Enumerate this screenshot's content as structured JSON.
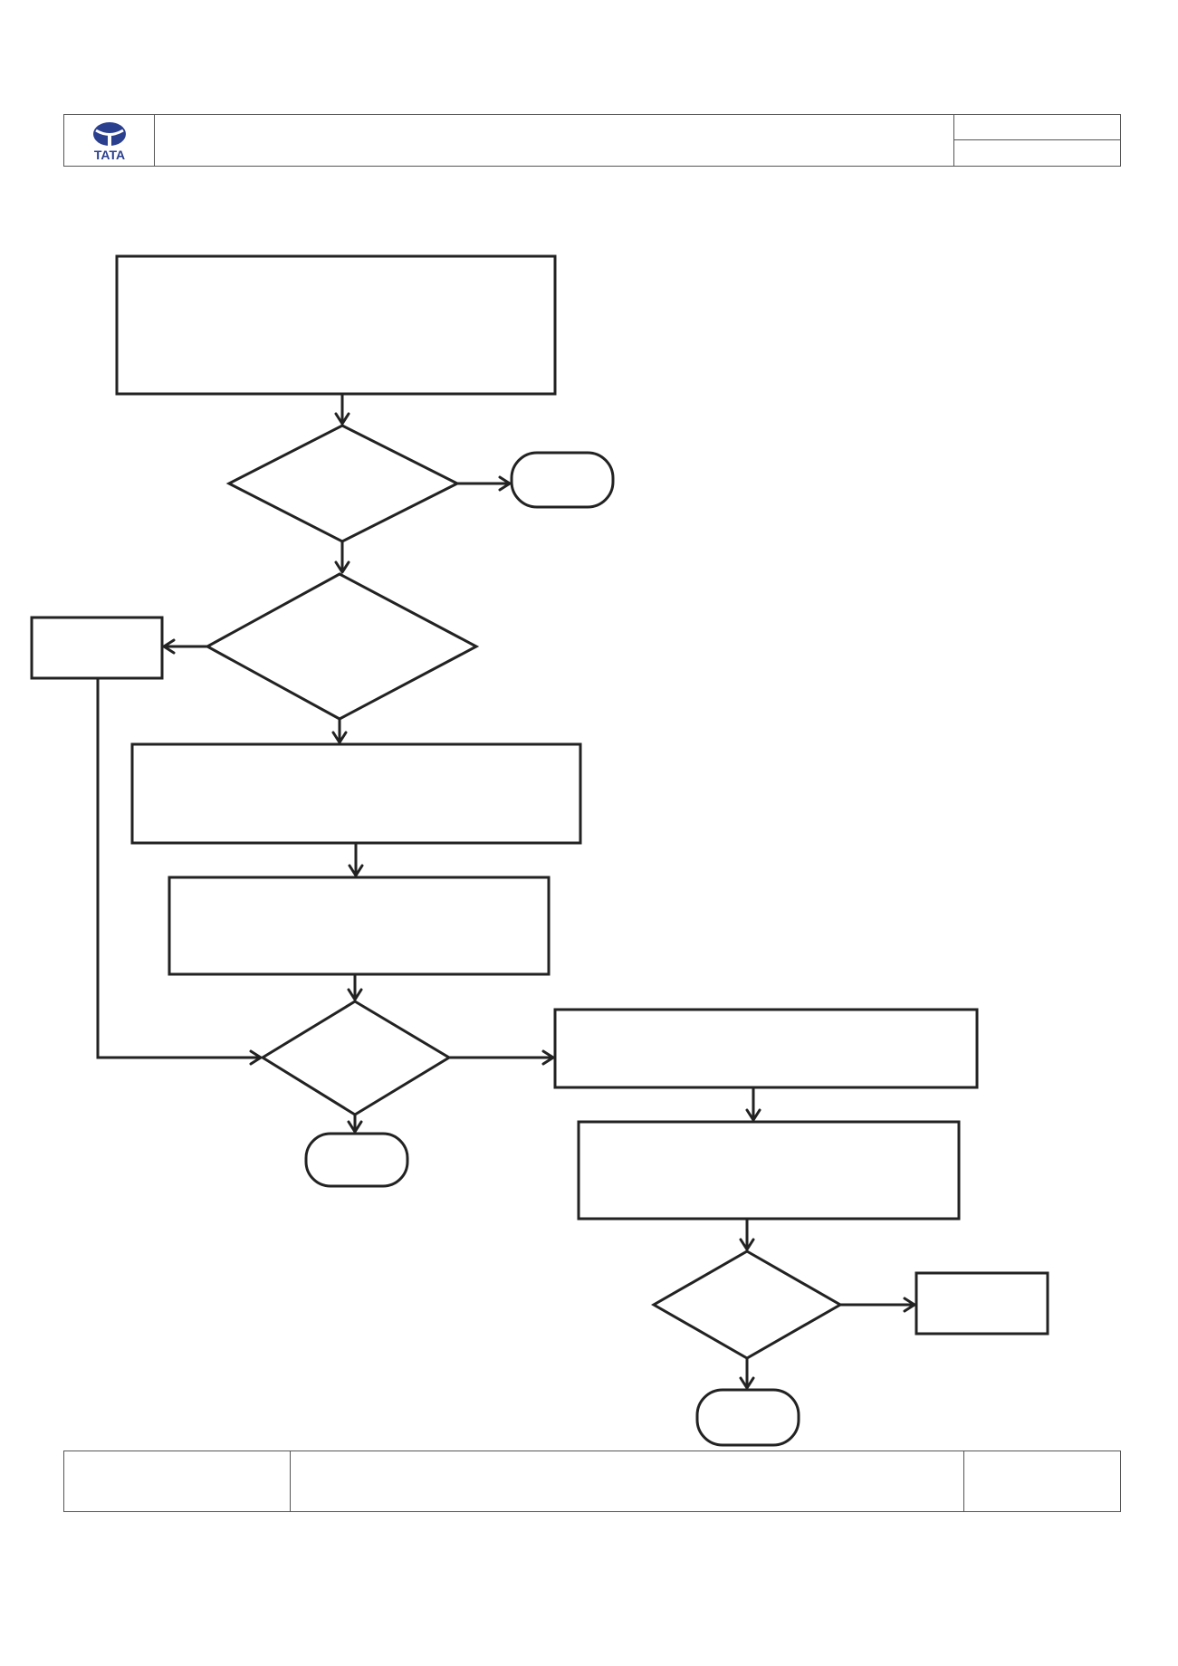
{
  "header": {
    "logo": {
      "icon": "tata-logo-icon",
      "wordmark": "TATA",
      "color": "#2b3f8f"
    },
    "title": "",
    "ref_top": "",
    "ref_bottom": ""
  },
  "flowchart": {
    "nodes": [
      {
        "id": "box-start",
        "shape": "rect",
        "text": ""
      },
      {
        "id": "decision-1",
        "shape": "diamond",
        "text": ""
      },
      {
        "id": "terminal-1",
        "shape": "terminal",
        "text": ""
      },
      {
        "id": "decision-2",
        "shape": "diamond",
        "text": ""
      },
      {
        "id": "side-box-left",
        "shape": "rect",
        "text": ""
      },
      {
        "id": "box-step-1",
        "shape": "rect",
        "text": ""
      },
      {
        "id": "box-step-2",
        "shape": "rect",
        "text": ""
      },
      {
        "id": "decision-3",
        "shape": "diamond",
        "text": ""
      },
      {
        "id": "terminal-2",
        "shape": "terminal",
        "text": ""
      },
      {
        "id": "box-step-3",
        "shape": "rect",
        "text": ""
      },
      {
        "id": "box-step-4",
        "shape": "rect",
        "text": ""
      },
      {
        "id": "decision-4",
        "shape": "diamond",
        "text": ""
      },
      {
        "id": "side-box-right",
        "shape": "rect",
        "text": ""
      },
      {
        "id": "terminal-3",
        "shape": "terminal",
        "text": ""
      }
    ],
    "edges": [
      {
        "from": "box-start",
        "to": "decision-1"
      },
      {
        "from": "decision-1",
        "to": "terminal-1"
      },
      {
        "from": "decision-1",
        "to": "decision-2"
      },
      {
        "from": "decision-2",
        "to": "side-box-left"
      },
      {
        "from": "decision-2",
        "to": "box-step-1"
      },
      {
        "from": "box-step-1",
        "to": "box-step-2"
      },
      {
        "from": "box-step-2",
        "to": "decision-3"
      },
      {
        "from": "side-box-left",
        "to": "decision-3"
      },
      {
        "from": "decision-3",
        "to": "terminal-2"
      },
      {
        "from": "decision-3",
        "to": "box-step-3"
      },
      {
        "from": "box-step-3",
        "to": "box-step-4"
      },
      {
        "from": "box-step-4",
        "to": "decision-4"
      },
      {
        "from": "decision-4",
        "to": "side-box-right"
      },
      {
        "from": "decision-4",
        "to": "terminal-3"
      }
    ]
  },
  "footer": {
    "left": "",
    "middle": "",
    "right": ""
  }
}
